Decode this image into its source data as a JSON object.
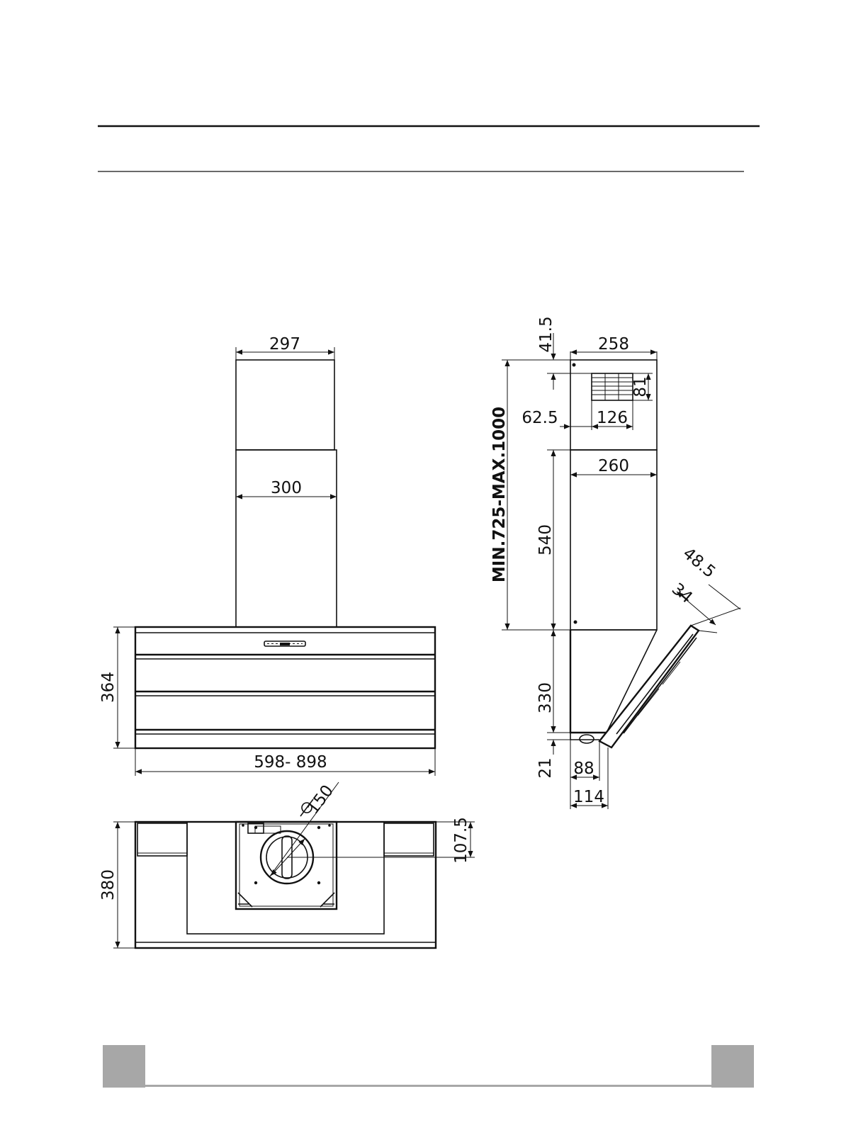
{
  "dimensions": {
    "front_top_width": "297",
    "front_chimney_width": "300",
    "front_hood_height": "364",
    "front_hood_width": "598- 898",
    "plan_depth": "380",
    "plan_outlet_diameter": "150",
    "plan_outlet_offset": "107.5",
    "side_bracket_offset": "41.5",
    "side_top_width": "258",
    "side_vent_height": "81",
    "side_vent_offset": "62.5",
    "side_vent_width": "126",
    "side_chimney_depth": "260",
    "side_total_height": "MIN.725-MAX.1000",
    "side_chimney_height": "540",
    "side_panel_48": "48.5",
    "side_panel_34": "34",
    "side_hood_height": "330",
    "side_base_height": "21",
    "side_base_88": "88",
    "side_base_114": "114"
  },
  "colors": {
    "line": "#111111",
    "footer_gray": "#a7a7a7"
  }
}
